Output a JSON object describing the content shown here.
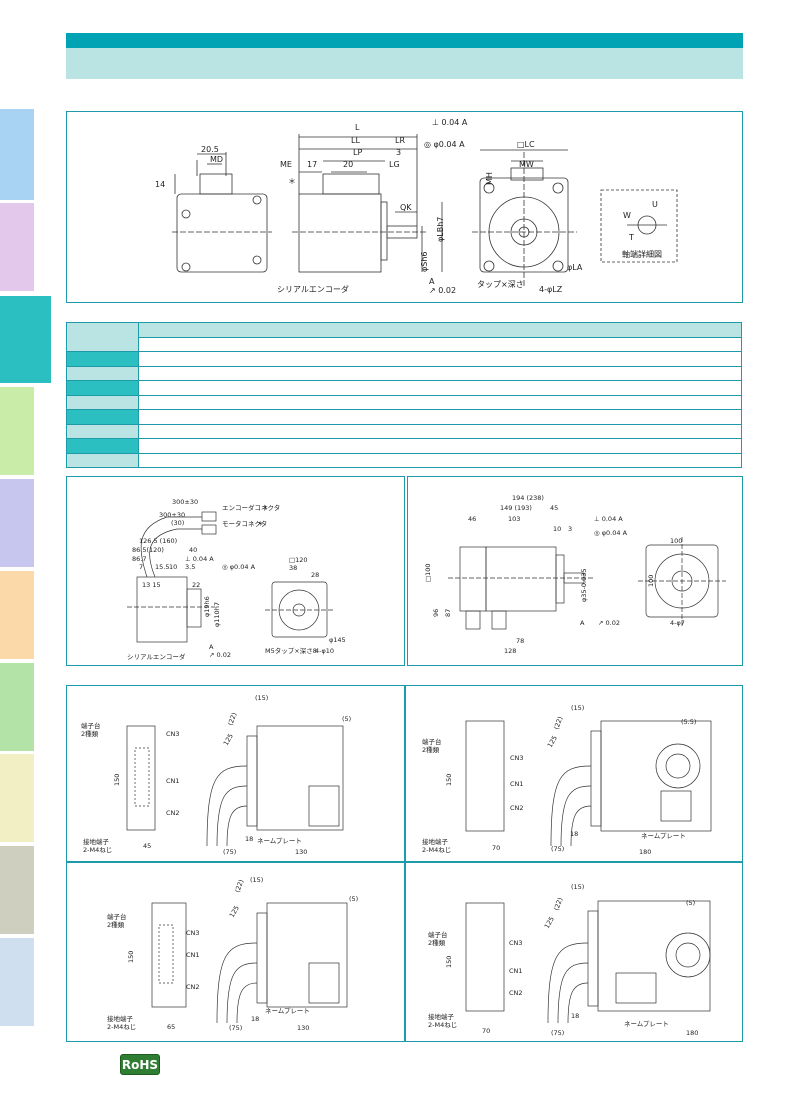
{
  "colors": {
    "accent": "#00a3b4",
    "accent_light": "#b9e4e3",
    "panel_border": "#1f9aa8",
    "tabs": [
      "#a9d3f2",
      "#e4c8ec",
      "#2bbfc1",
      "#c9eda8",
      "#c7c6ef",
      "#fcd9a8",
      "#b4e3a8",
      "#f3efc4",
      "#cfcfc0",
      "#cfdff0"
    ]
  },
  "diagram1": {
    "dims": {
      "L": "L",
      "LL": "LL",
      "LR": "LR",
      "LP": "LP",
      "v3": "3",
      "ME": "ME",
      "v17": "17",
      "v20": "20",
      "LG": "LG",
      "v20_5": "20.5",
      "MD": "MD",
      "v14": "14",
      "QK": "QK",
      "LBh7": "φLBh7",
      "Sh6": "φSh6",
      "LC": "□LC",
      "MW": "MW",
      "MH": "MH",
      "LA": "φLA",
      "LZ": "4-φLZ",
      "W": "W",
      "U": "U",
      "T": "T"
    },
    "tol1": "⊥ 0.04 A",
    "tol2": "◎ φ0.04 A",
    "tol3": "↗ 0.02",
    "datum": "A",
    "star": "＊",
    "encoder_label": "シリアルエンコーダ",
    "tap_label": "タップ×深さ",
    "shaft_detail": "軸端詳細図"
  },
  "diagram2": {
    "d300a": "300±30",
    "d300b": "300±30",
    "d30": "(30)",
    "enc_conn": "エンコーダコネクタ",
    "mot_conn": "モータコネクタ",
    "star": "＊",
    "d1265": "126.5 (160)",
    "d865": "86.5(120)",
    "d40": "40",
    "d7": "7",
    "d155": "15.5",
    "d10": "10",
    "d35": "3.5",
    "d1315": "13 15",
    "d22": "22",
    "d1906": "φ19h6",
    "d110": "φ110h7",
    "tol1": "⊥ 0.04 A",
    "tol2": "◎ φ0.04 A",
    "tol3": "↗ 0.02",
    "datum": "A",
    "d120": "□120",
    "d38": "38",
    "d28": "28",
    "d145": "φ145",
    "d410": "4-φ10",
    "m5": "M5タップ×深さ8",
    "encoder_label": "シリアルエンコーダ"
  },
  "diagram3": {
    "d194": "194 (238)",
    "d149": "149 (193)",
    "d45": "45",
    "d46": "46",
    "d103": "103",
    "d10": "10",
    "d3": "3",
    "tol1": "⊥ 0.04 A",
    "tol2": "◎ φ0.04 A",
    "tol3": "↗ 0.02",
    "datum": "A",
    "d100sq": "□100",
    "d96": "96",
    "d87": "87",
    "d78": "78",
    "d128": "128",
    "d035": "φ35-0.035",
    "d100": "100",
    "d100b": "100",
    "d47": "4-φ7"
  },
  "drivers": [
    {
      "terminal": "端子台\n2種類",
      "cn3": "CN3",
      "cn1": "CN1",
      "cn2": "CN2",
      "height": "150",
      "ground": "接地端子\n2-M4ねじ",
      "width": "45",
      "r15": "(15)",
      "r22": "(22)",
      "r125": "125",
      "r5": "(5)",
      "r75": "(75)",
      "d18": "18",
      "depth": "130",
      "nameplate": "ネームプレート"
    },
    {
      "terminal": "端子台\n2種類",
      "cn3": "CN3",
      "cn1": "CN1",
      "cn2": "CN2",
      "height": "150",
      "ground": "接地端子\n2-M4ねじ",
      "width": "70",
      "r15": "(15)",
      "r22": "(22)",
      "r125": "125",
      "r5": "(5.5)",
      "r75": "(75)",
      "d18": "18",
      "depth": "180",
      "nameplate": "ネームプレート"
    },
    {
      "terminal": "端子台\n2種類",
      "cn3": "CN3",
      "cn1": "CN1",
      "cn2": "CN2",
      "height": "150",
      "ground": "接地端子\n2-M4ねじ",
      "width": "65",
      "r15": "(15)",
      "r22": "(22)",
      "r125": "125",
      "r5": "(5)",
      "r75": "(75)",
      "d18": "18",
      "depth": "130",
      "nameplate": "ネームプレート"
    },
    {
      "terminal": "端子台\n2種類",
      "cn3": "CN3",
      "cn1": "CN1",
      "cn2": "CN2",
      "height": "150",
      "ground": "接地端子\n2-M4ねじ",
      "width": "70",
      "r15": "(15)",
      "r22": "(22)",
      "r125": "125",
      "r5": "(5)",
      "r75": "(75)",
      "d18": "18",
      "depth": "180",
      "nameplate": "ネームプレート"
    }
  ],
  "rohs": "RoHS"
}
